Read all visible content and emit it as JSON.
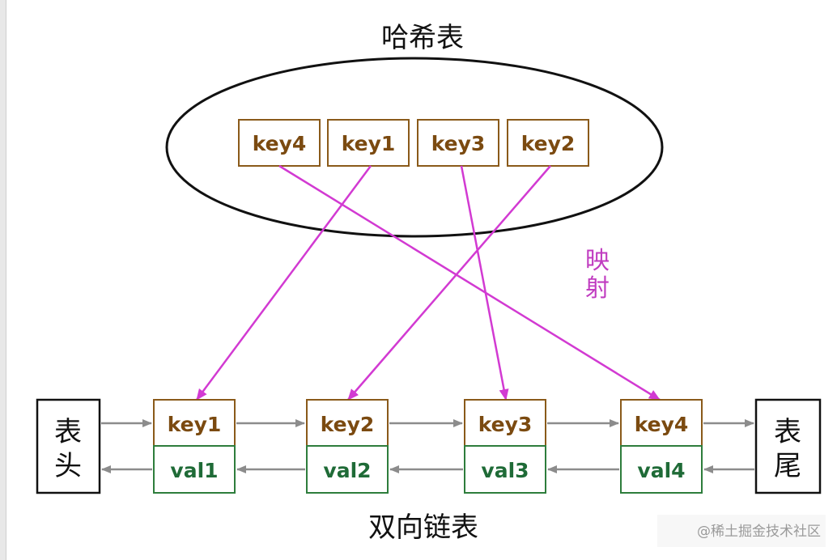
{
  "hash_table": {
    "title": "哈希表",
    "keys": [
      "key4",
      "key1",
      "key3",
      "key2"
    ]
  },
  "mapping_label": "映射",
  "linked_list": {
    "title": "双向链表",
    "head": "表头",
    "tail": "表尾",
    "nodes": [
      {
        "key": "key1",
        "val": "val1"
      },
      {
        "key": "key2",
        "val": "val2"
      },
      {
        "key": "key3",
        "val": "val3"
      },
      {
        "key": "key4",
        "val": "val4"
      }
    ]
  },
  "watermark": "@稀土掘金技术社区",
  "colors": {
    "key_border": "#8a5a1a",
    "key_text": "#7b4a10",
    "val_border": "#2e7d3c",
    "val_text": "#1f6b37",
    "mapping_arrow": "#d23ad2",
    "list_arrow": "#8c8c8c"
  }
}
